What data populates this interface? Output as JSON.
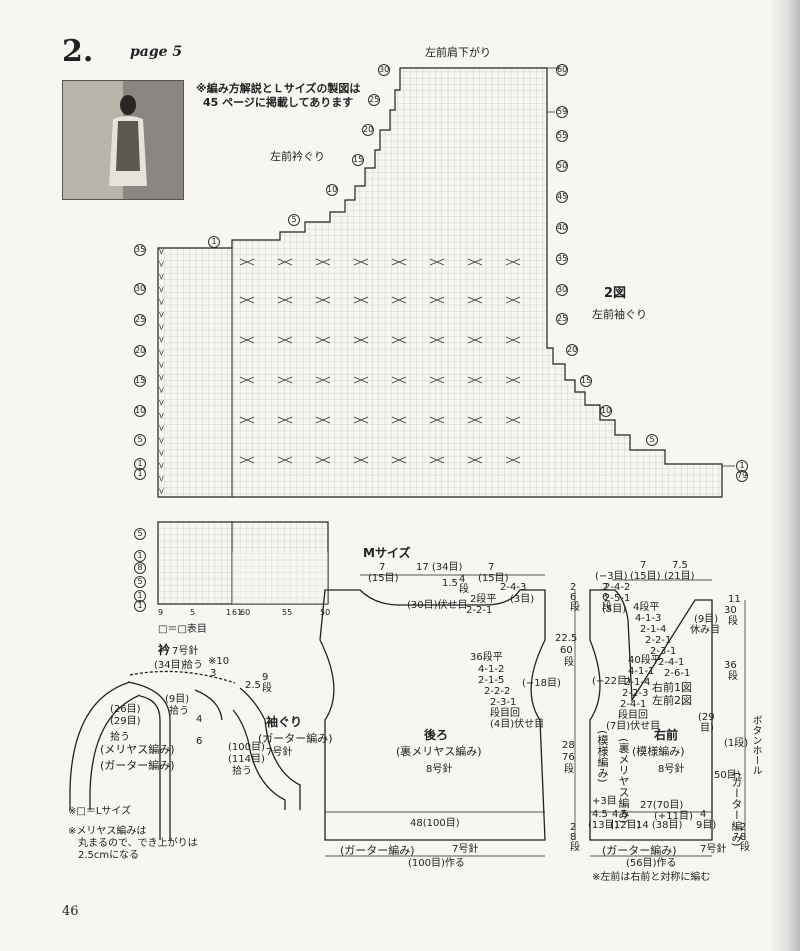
{
  "header": {
    "pattern_number": "2.",
    "page_ref": "page 5"
  },
  "note_top": {
    "line1": "※編み方解説とＬサイズの製図は",
    "line2": "45 ページに掲載してあります"
  },
  "chart_main": {
    "title_right": "2図",
    "label_shoulder": "左前肩下がり",
    "label_neck": "左前衿ぐり",
    "label_armhole": "左前袖ぐり",
    "left_row_numbers": [
      "35",
      "30",
      "25",
      "20",
      "15",
      "10",
      "5",
      "1",
      "1"
    ],
    "upper_row_numbers": [
      "30",
      "25",
      "20",
      "15",
      "10",
      "5",
      "1"
    ],
    "right_row_numbers": [
      "60",
      "59",
      "55",
      "50",
      "45",
      "40",
      "35",
      "30",
      "25",
      "20",
      "15",
      "10",
      "5",
      "1",
      "79"
    ]
  },
  "chart_small": {
    "left_row_numbers": [
      "5",
      "1",
      "8",
      "5",
      "1",
      "1"
    ],
    "bottom_numbers": [
      "9",
      "5",
      "1",
      "61",
      "60",
      "55",
      "50"
    ],
    "legend": "□＝□表目"
  },
  "collar": {
    "title": "衿",
    "needle": "7号針",
    "pickup_34": "(34目)",
    "pickup_word": "拾う",
    "rows_10": "※10",
    "rows_3": "3",
    "rows_9": "9",
    "rows_9_unit": "段",
    "width_25": "2.5",
    "s26": "(26目)",
    "s29": "(29目)",
    "s9": "(9目)",
    "pick2": "拾う",
    "rows_4": "4",
    "rows_6": "6",
    "pick3": "拾う",
    "stockinette": "(メリヤス編み)",
    "garter": "(ガーター編み)",
    "armhole_title": "袖ぐり",
    "armhole_garter": "(ガーター編み)",
    "armhole_needle": "7号針",
    "s100": "(100目)",
    "s114": "(114目)",
    "pick4": "拾う",
    "note1": "※□＝Lサイズ",
    "note2": "※メリヤス編みは",
    "note3": "丸まるので、でき上がりは",
    "note4": "2.5cmになる"
  },
  "back": {
    "size_title": "Mサイズ",
    "w7a": "7",
    "w7a_st": "(15目)",
    "w17": "17 (34目)",
    "w7b": "7",
    "w7b_st": "(15目)",
    "neck_15": "1.5",
    "neck_4": "4",
    "neck_rows": "段",
    "neck_243": "2-4-3",
    "neck_3": "(3目)",
    "neck_flat": "2段平",
    "neck_221": "2-2-1",
    "bind_30": "(30目)伏せ目",
    "sh_2": "2",
    "sh_6": "6",
    "sh_rows": "段",
    "h225": "22.5",
    "h60": "60",
    "h60_rows": "段",
    "arm_flat": "36段平",
    "arm1": "4-1-2",
    "arm2": "2-1-5",
    "arm3": "2-2-2",
    "arm4": "2-3-1",
    "arm_rows": "段目回",
    "arm_bind": "(4目)伏せ目",
    "dec18": "(−18目)",
    "title": "後ろ",
    "stitch": "(裏メリヤス編み)",
    "needle": "8号針",
    "h28": "28",
    "h76": "76",
    "h76_rows": "段",
    "w48": "48(100目)",
    "h2": "2",
    "h8": "8",
    "h8_rows": "段",
    "garter_bottom": "(ガーター編み)",
    "needle_bottom": "7号針",
    "cast_on": "(100目)作る"
  },
  "front": {
    "minus3": "(−3目)",
    "w7": "7",
    "w75": "7.5",
    "w15": "(15目)",
    "w21": "(21目)",
    "sh_2": "2",
    "sh_6": "6",
    "sh_rows": "段",
    "sh1": "2-4-2",
    "sh2": "2-5-1",
    "sh_st": "(5目)",
    "n_flat": "4段平",
    "n1": "4-1-3",
    "n2": "2-1-4",
    "n3": "2-2-1",
    "n4": "2-3-1",
    "n5": "2-4-1",
    "n6": "2-6-1",
    "rest9": "(9目)",
    "rest_word": "休み目",
    "w11": "11",
    "r30": "30",
    "r30_rows": "段",
    "r36": "36",
    "r36_rows": "段",
    "minus22": "(−22目)",
    "a_flat": "40段平",
    "a1": "4-1-1",
    "a2": "2-1-4",
    "a3": "2-2-3",
    "a4": "2-4-1",
    "a_rows": "段目回",
    "a_bind": "(7目)伏せ目",
    "fig1": "右前1図",
    "fig2": "左前2図",
    "title": "右前",
    "stitch": "(模様編み)",
    "needle": "8号針",
    "side_stitch1": "(裏メリヤス編み)",
    "side_stitch2": "(模様編み)",
    "plus3": "+3目",
    "buttonhole": "ボタンホール",
    "bh1": "(1段)",
    "r29": "(29",
    "r29b": "目)",
    "r50": "50目)",
    "garter_v": "(ガーター編み)",
    "w27": "27(70目)",
    "w27b": "(+11目)",
    "w45a": "4.5",
    "w45b": "4.5",
    "w14": "14 (38目)",
    "s13": "(13目)",
    "s12": "(12目)",
    "s4": "4",
    "s9": "9目)",
    "w_bottom": "(56目)作る",
    "garter_bottom": "(ガーター編み)",
    "needle_bottom": "7号針",
    "h2": "2",
    "h8": "8",
    "h8_rows": "段",
    "note": "※左前は右前と対称に編む"
  },
  "footer": {
    "page_number": "46"
  }
}
